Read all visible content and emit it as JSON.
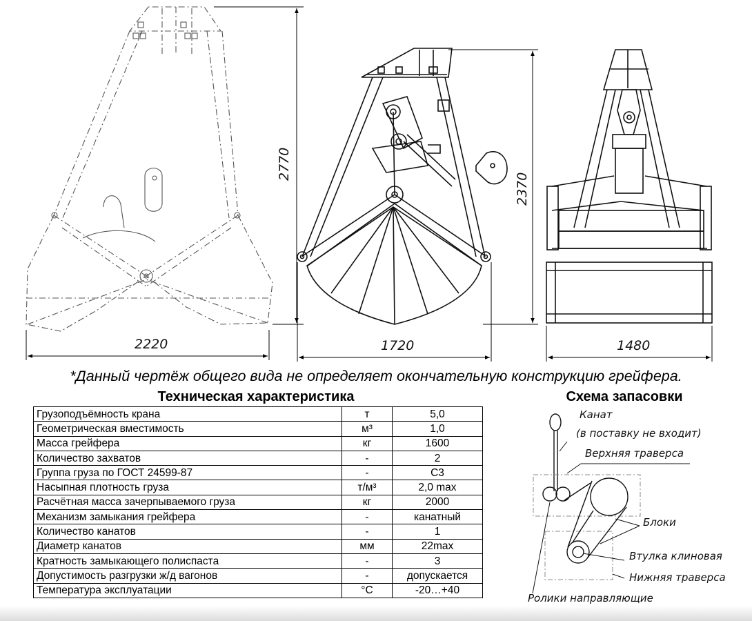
{
  "dimensions": {
    "left_width": "2220",
    "left_height": "2770",
    "middle_width": "1720",
    "middle_height": "2370",
    "right_width": "1480"
  },
  "disclaimer": "*Данный чертёж общего вида не определяет окончательную конструкцию грейфера.",
  "spec": {
    "title": "Техническая характеристика",
    "rows": [
      {
        "name": "Грузоподъёмность крана",
        "unit": "т",
        "value": "5,0"
      },
      {
        "name": "Геометрическая вместимость",
        "unit": "м³",
        "value": "1,0"
      },
      {
        "name": "Масса грейфера",
        "unit": "кг",
        "value": "1600"
      },
      {
        "name": "Количество захватов",
        "unit": "-",
        "value": "2"
      },
      {
        "name": "Группа груза по ГОСТ 24599-87",
        "unit": "-",
        "value": "С3"
      },
      {
        "name": "Насыпная плотность груза",
        "unit": "т/м³",
        "value": "2,0 max"
      },
      {
        "name": "Расчётная масса зачерпываемого груза",
        "unit": "кг",
        "value": "2000"
      },
      {
        "name": "Механизм замыкания грейфера",
        "unit": "-",
        "value": "канатный"
      },
      {
        "name": "Количество канатов",
        "unit": "-",
        "value": "1"
      },
      {
        "name": "Диаметр канатов",
        "unit": "мм",
        "value": "22max"
      },
      {
        "name": "Кратность замыкающего полиспаста",
        "unit": "-",
        "value": "3"
      },
      {
        "name": "Допустимость разгрузки ж/д вагонов",
        "unit": "-",
        "value": "допускается"
      },
      {
        "name": "Температура эксплуатации",
        "unit": "°С",
        "value": "-20…+40"
      }
    ]
  },
  "scheme": {
    "title": "Схема запасовки",
    "labels": {
      "rope": "Канат",
      "rope_note": "(в поставку не входит)",
      "upper_traverse": "Верхняя траверса",
      "blocks": "Блоки",
      "wedge_sleeve": "Втулка клиновая",
      "lower_traverse": "Нижняя траверса",
      "guide_rollers": "Ролики направляющие"
    }
  }
}
